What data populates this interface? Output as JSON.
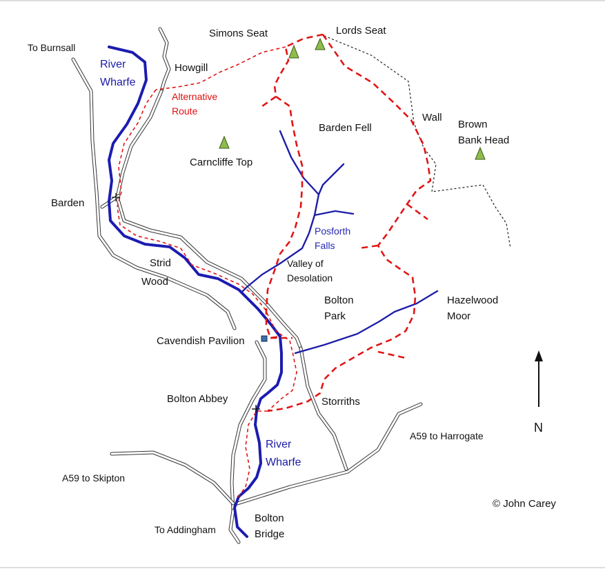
{
  "labels": {
    "simons_seat": "Simons Seat",
    "lords_seat": "Lords Seat",
    "to_burnsall": "To Burnsall",
    "river_top_1": "River",
    "river_top_2": "Wharfe",
    "howgill": "Howgill",
    "alt_route_1": "Alternative",
    "alt_route_2": "Route",
    "wall": "Wall",
    "brown_bank_1": "Brown",
    "brown_bank_2": "Bank Head",
    "barden_fell": "Barden Fell",
    "carncliffe_top": "Carncliffe Top",
    "barden": "Barden",
    "posforth_1": "Posforth",
    "posforth_2": "Falls",
    "strid_1": "Strid",
    "strid_2": "Wood",
    "valley_1": "Valley of",
    "valley_2": "Desolation",
    "bolton_park_1": "Bolton",
    "bolton_park_2": "Park",
    "hazelwood_1": "Hazelwood",
    "hazelwood_2": "Moor",
    "cavendish": "Cavendish Pavilion",
    "bolton_abbey": "Bolton Abbey",
    "storriths": "Storriths",
    "a59_harrogate": "A59 to Harrogate",
    "river_bottom_1": "River",
    "river_bottom_2": "Wharfe",
    "a59_skipton": "A59 to Skipton",
    "bolton_bridge_1": "Bolton",
    "bolton_bridge_2": "Bridge",
    "to_addingham": "To Addingham",
    "north": "N",
    "copyright": "© John Carey"
  },
  "colors": {
    "river": "#1c1cb0",
    "route": "#e01515",
    "peak": "#8fbc4a",
    "road": "#333333",
    "wall": "#222222"
  }
}
